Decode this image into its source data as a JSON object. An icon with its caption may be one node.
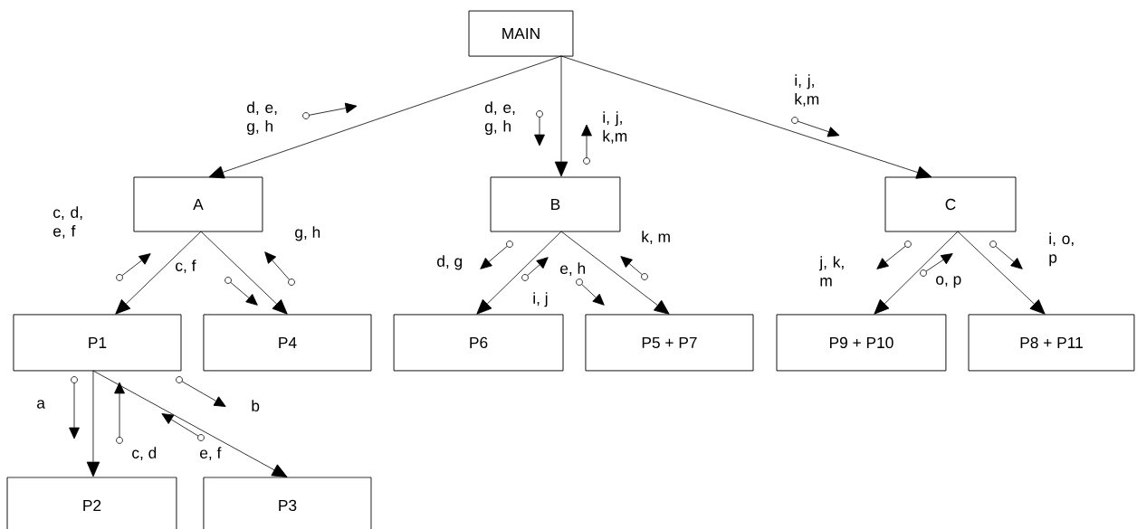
{
  "diagram": {
    "nodes": [
      {
        "text": [
          "MAIN"
        ]
      },
      {
        "text": [
          "A"
        ]
      },
      {
        "text": [
          "B"
        ]
      },
      {
        "text": [
          "C"
        ]
      },
      {
        "text": [
          "P1"
        ]
      },
      {
        "text": [
          "P4"
        ]
      },
      {
        "text": [
          "P6"
        ]
      },
      {
        "text": [
          "P5 + P7"
        ]
      },
      {
        "text": [
          "P9 + P10"
        ]
      },
      {
        "text": [
          "P8 + P11"
        ]
      },
      {
        "text": [
          "P2"
        ]
      },
      {
        "text": [
          "P3"
        ]
      }
    ],
    "edges": [
      {
        "from": 0,
        "to": 1,
        "arrow": "to"
      },
      {
        "from": 0,
        "to": 2,
        "arrow": "to"
      },
      {
        "from": 0,
        "to": 3,
        "arrow": "to"
      },
      {
        "from": 1,
        "to": 4,
        "arrow": "to"
      },
      {
        "from": 1,
        "to": 5,
        "arrow": "to"
      },
      {
        "from": 2,
        "to": 6,
        "arrow": "to"
      },
      {
        "from": 2,
        "to": 7,
        "arrow": "to"
      },
      {
        "from": 3,
        "to": 8,
        "arrow": "to"
      },
      {
        "from": 3,
        "to": 9,
        "arrow": "to"
      },
      {
        "from": 4,
        "to": 10,
        "arrow": "to"
      },
      {
        "from": 4,
        "to": 11,
        "arrow": "to"
      }
    ],
    "labels": [
      "i, j, k,m",
      "d, e, g, h",
      "d, e, g, h",
      "i, j, k,m",
      "c, d, e, f",
      "g, h",
      "k, m",
      "i, o, p",
      "c, f",
      "d, g",
      "e, h",
      "j, k, m",
      "o, p",
      "i, j",
      "a",
      "b",
      "c, d",
      "e, f"
    ]
  }
}
